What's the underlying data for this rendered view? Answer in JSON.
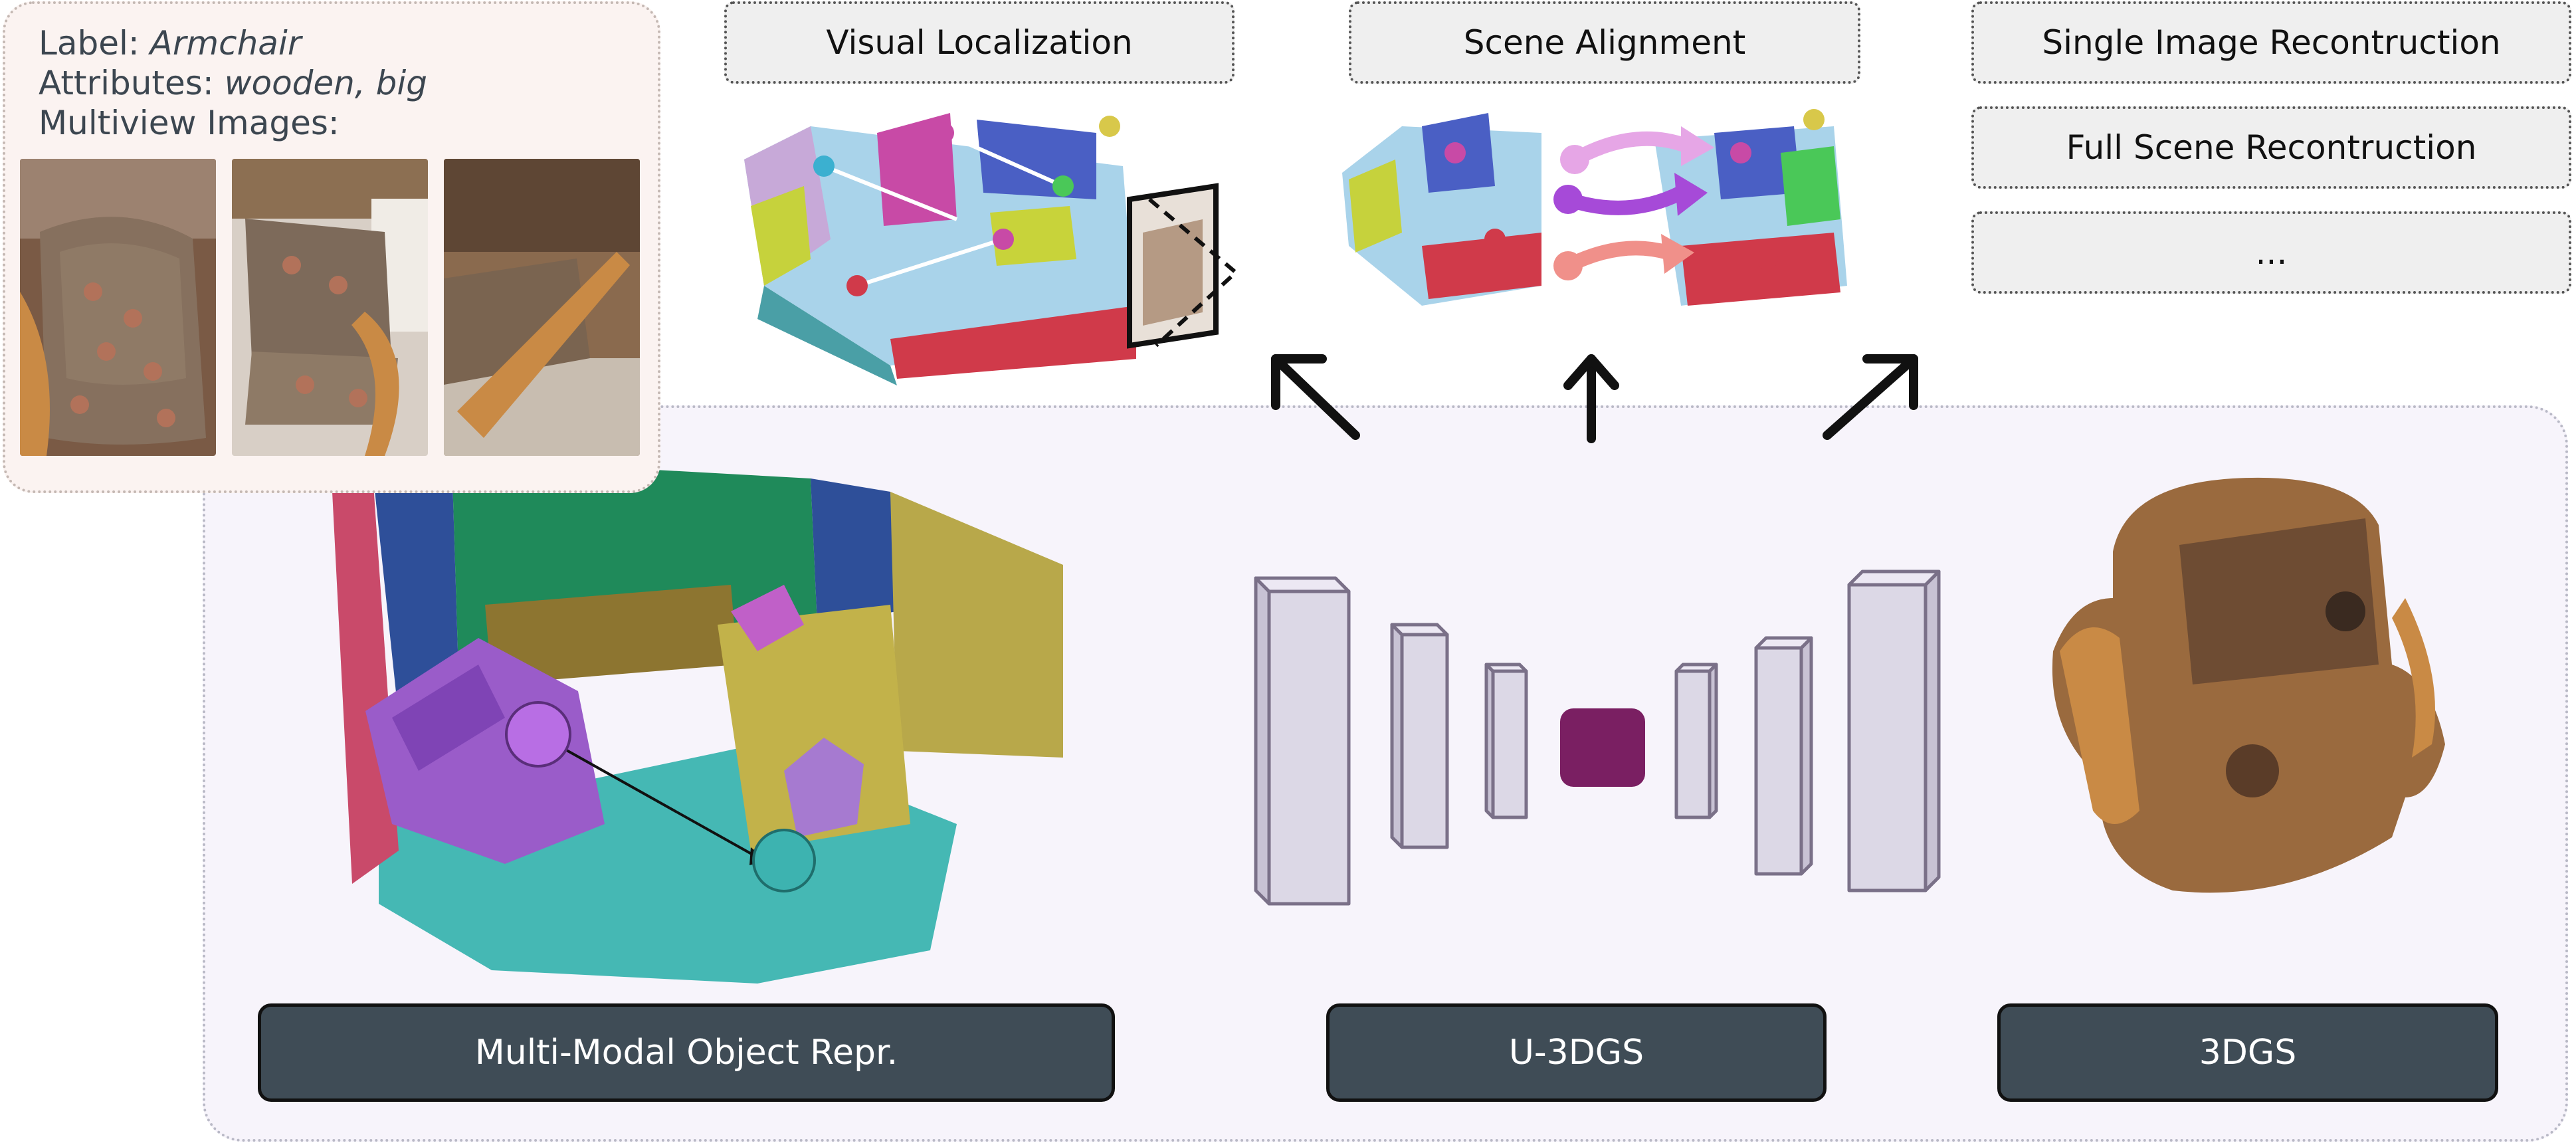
{
  "info_card": {
    "label_key": "Label: ",
    "label_value": "Armchair",
    "attributes_key": "Attributes: ",
    "attributes_value": "wooden, big",
    "multiview_label": "Multiview Images:"
  },
  "tasks": {
    "visual_localization": "Visual Localization",
    "scene_alignment": "Scene Alignment",
    "single_image": "Single Image Recontruction",
    "full_scene": "Full Scene Recontruction",
    "more": "..."
  },
  "labels": {
    "multimodal": "Multi-Modal Object Repr.",
    "u3dgs": "U-3DGS",
    "gs3d": "3DGS"
  },
  "colors": {
    "panel_bg": "#f7f4fb",
    "label_bg": "#3f4c56",
    "bottleneck": "#7a1f62",
    "encoder_block": "#dcd8e6",
    "armchair_purple": "#9a5cc9",
    "floor_cyan": "#45b8b4"
  }
}
